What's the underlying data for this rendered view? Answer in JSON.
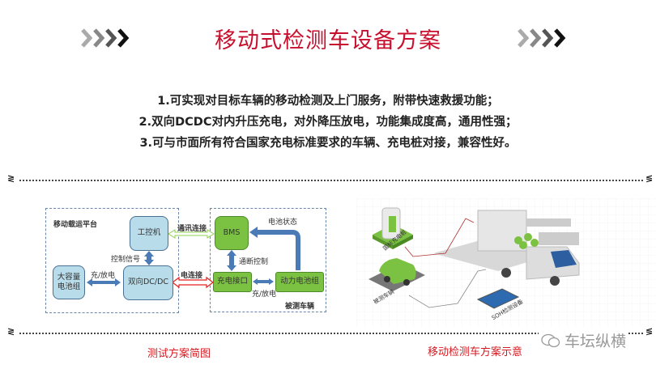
{
  "header": {
    "title": "移动式检测车设备方案",
    "chevron_icon": "double-chevron-right"
  },
  "bullets": [
    "1.可实现对目标车辆的移动检测及上门服务，附带快速救援功能；",
    "2.双向DCDC对内升压充电，对外降压放电，功能集成度高，通用性强；",
    "3.可与市面所有符合国家充电标准要求的车辆、充电桩对接，兼容性好。"
  ],
  "diagram": {
    "platform_label": "移动载运平台",
    "vehicle_label": "被测车辆",
    "blocks": {
      "ipc": "工控机",
      "big_battery": "大容量电池组",
      "dcdc": "双向DC/DC",
      "bms": "BMS",
      "charge_port": "充电接口",
      "power_battery": "动力电池组"
    },
    "labels": {
      "comm": "通讯连接",
      "control_signal": "控制信号",
      "charge_discharge_left": "充/放电",
      "electric": "电连接",
      "battery_status": "电池状态",
      "onoff": "通断控制",
      "charge_discharge_right": "充/放电"
    },
    "caption": "测试方案简图"
  },
  "illustration": {
    "labels": {
      "charger": "国标充电桩",
      "car": "被测车辆",
      "device": "SOH检测设备"
    },
    "caption": "移动检测车方案示意"
  },
  "watermark": "车坛纵横",
  "colors": {
    "title": "#c8102e",
    "caption": "#d71920",
    "block_blue": "#b9dcea",
    "block_green": "#7cc242"
  }
}
